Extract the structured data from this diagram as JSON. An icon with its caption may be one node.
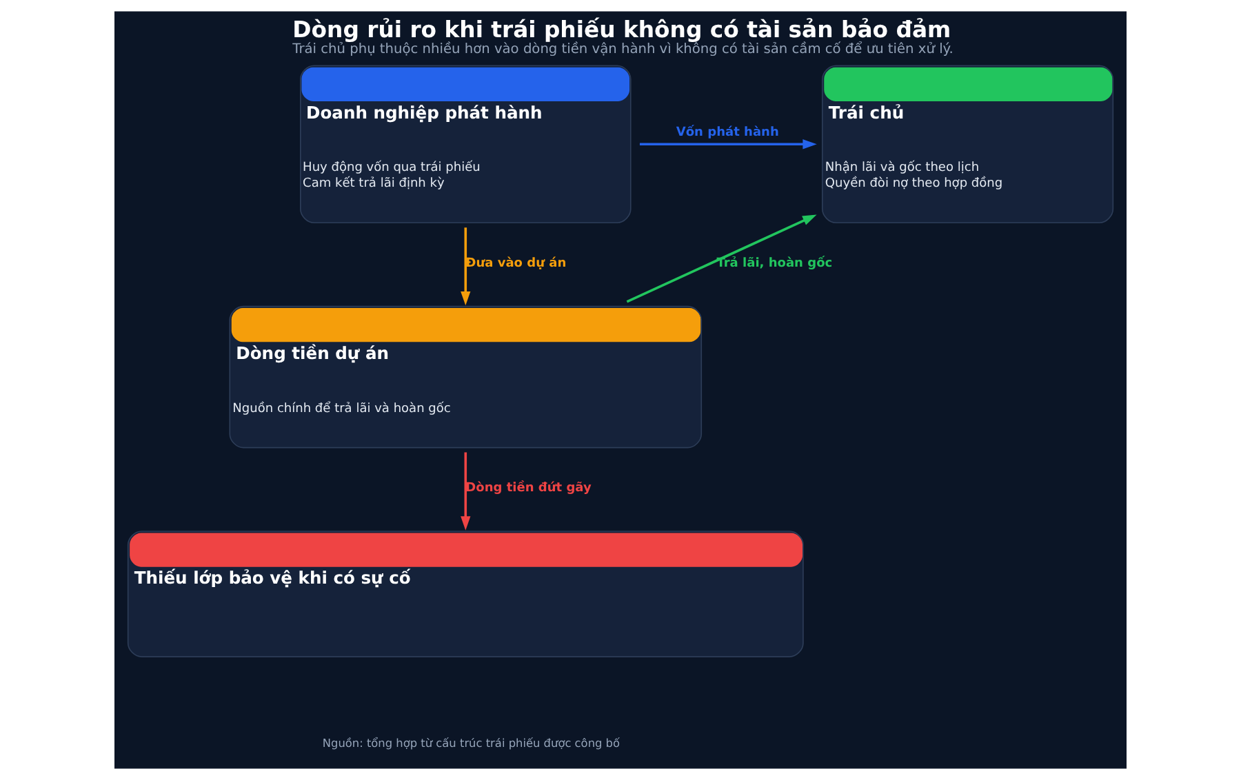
{
  "diagram": {
    "title": "Dòng rủi ro khi trái phiếu không có tài sản bảo đảm",
    "caption": "Trái chủ phụ thuộc nhiều hơn vào dòng tiền vận hành vì không có tài sản cầm cố để ưu tiên xử lý.",
    "nodes": [
      {
        "text": [
          "Doanh nghiệp phát hành",
          "Huy động vốn qua trái phiếu",
          "Cam kết trả lãi định kỳ"
        ]
      },
      {
        "text": [
          "Trái chủ",
          "Nhận lãi và gốc theo lịch",
          "Quyền đòi nợ theo hợp đồng"
        ]
      },
      {
        "text": [
          "Dòng tiền dự án",
          "Nguồn chính để trả lãi và hoàn gốc"
        ]
      },
      {
        "text": [
          "Thiếu lớp bảo vệ khi có sự cố"
        ]
      }
    ],
    "edges": [
      {
        "from": 0,
        "to": 1,
        "arrow": "to",
        "label": "Vốn phát hành",
        "color": "#2563eb"
      },
      {
        "from": 0,
        "to": 2,
        "arrow": "to",
        "label": "Đưa vào dự án",
        "color": "#f59e0b"
      },
      {
        "from": 2,
        "to": 1,
        "arrow": "to",
        "label": "Trả lãi, hoàn gốc",
        "color": "#22c55e"
      },
      {
        "from": 2,
        "to": 3,
        "arrow": "to",
        "label": "Dòng tiền đứt gãy",
        "color": "#ef4444"
      }
    ],
    "labels": [
      "Nguồn: tổng hợp từ cấu trúc trái phiếu được công bố"
    ]
  }
}
